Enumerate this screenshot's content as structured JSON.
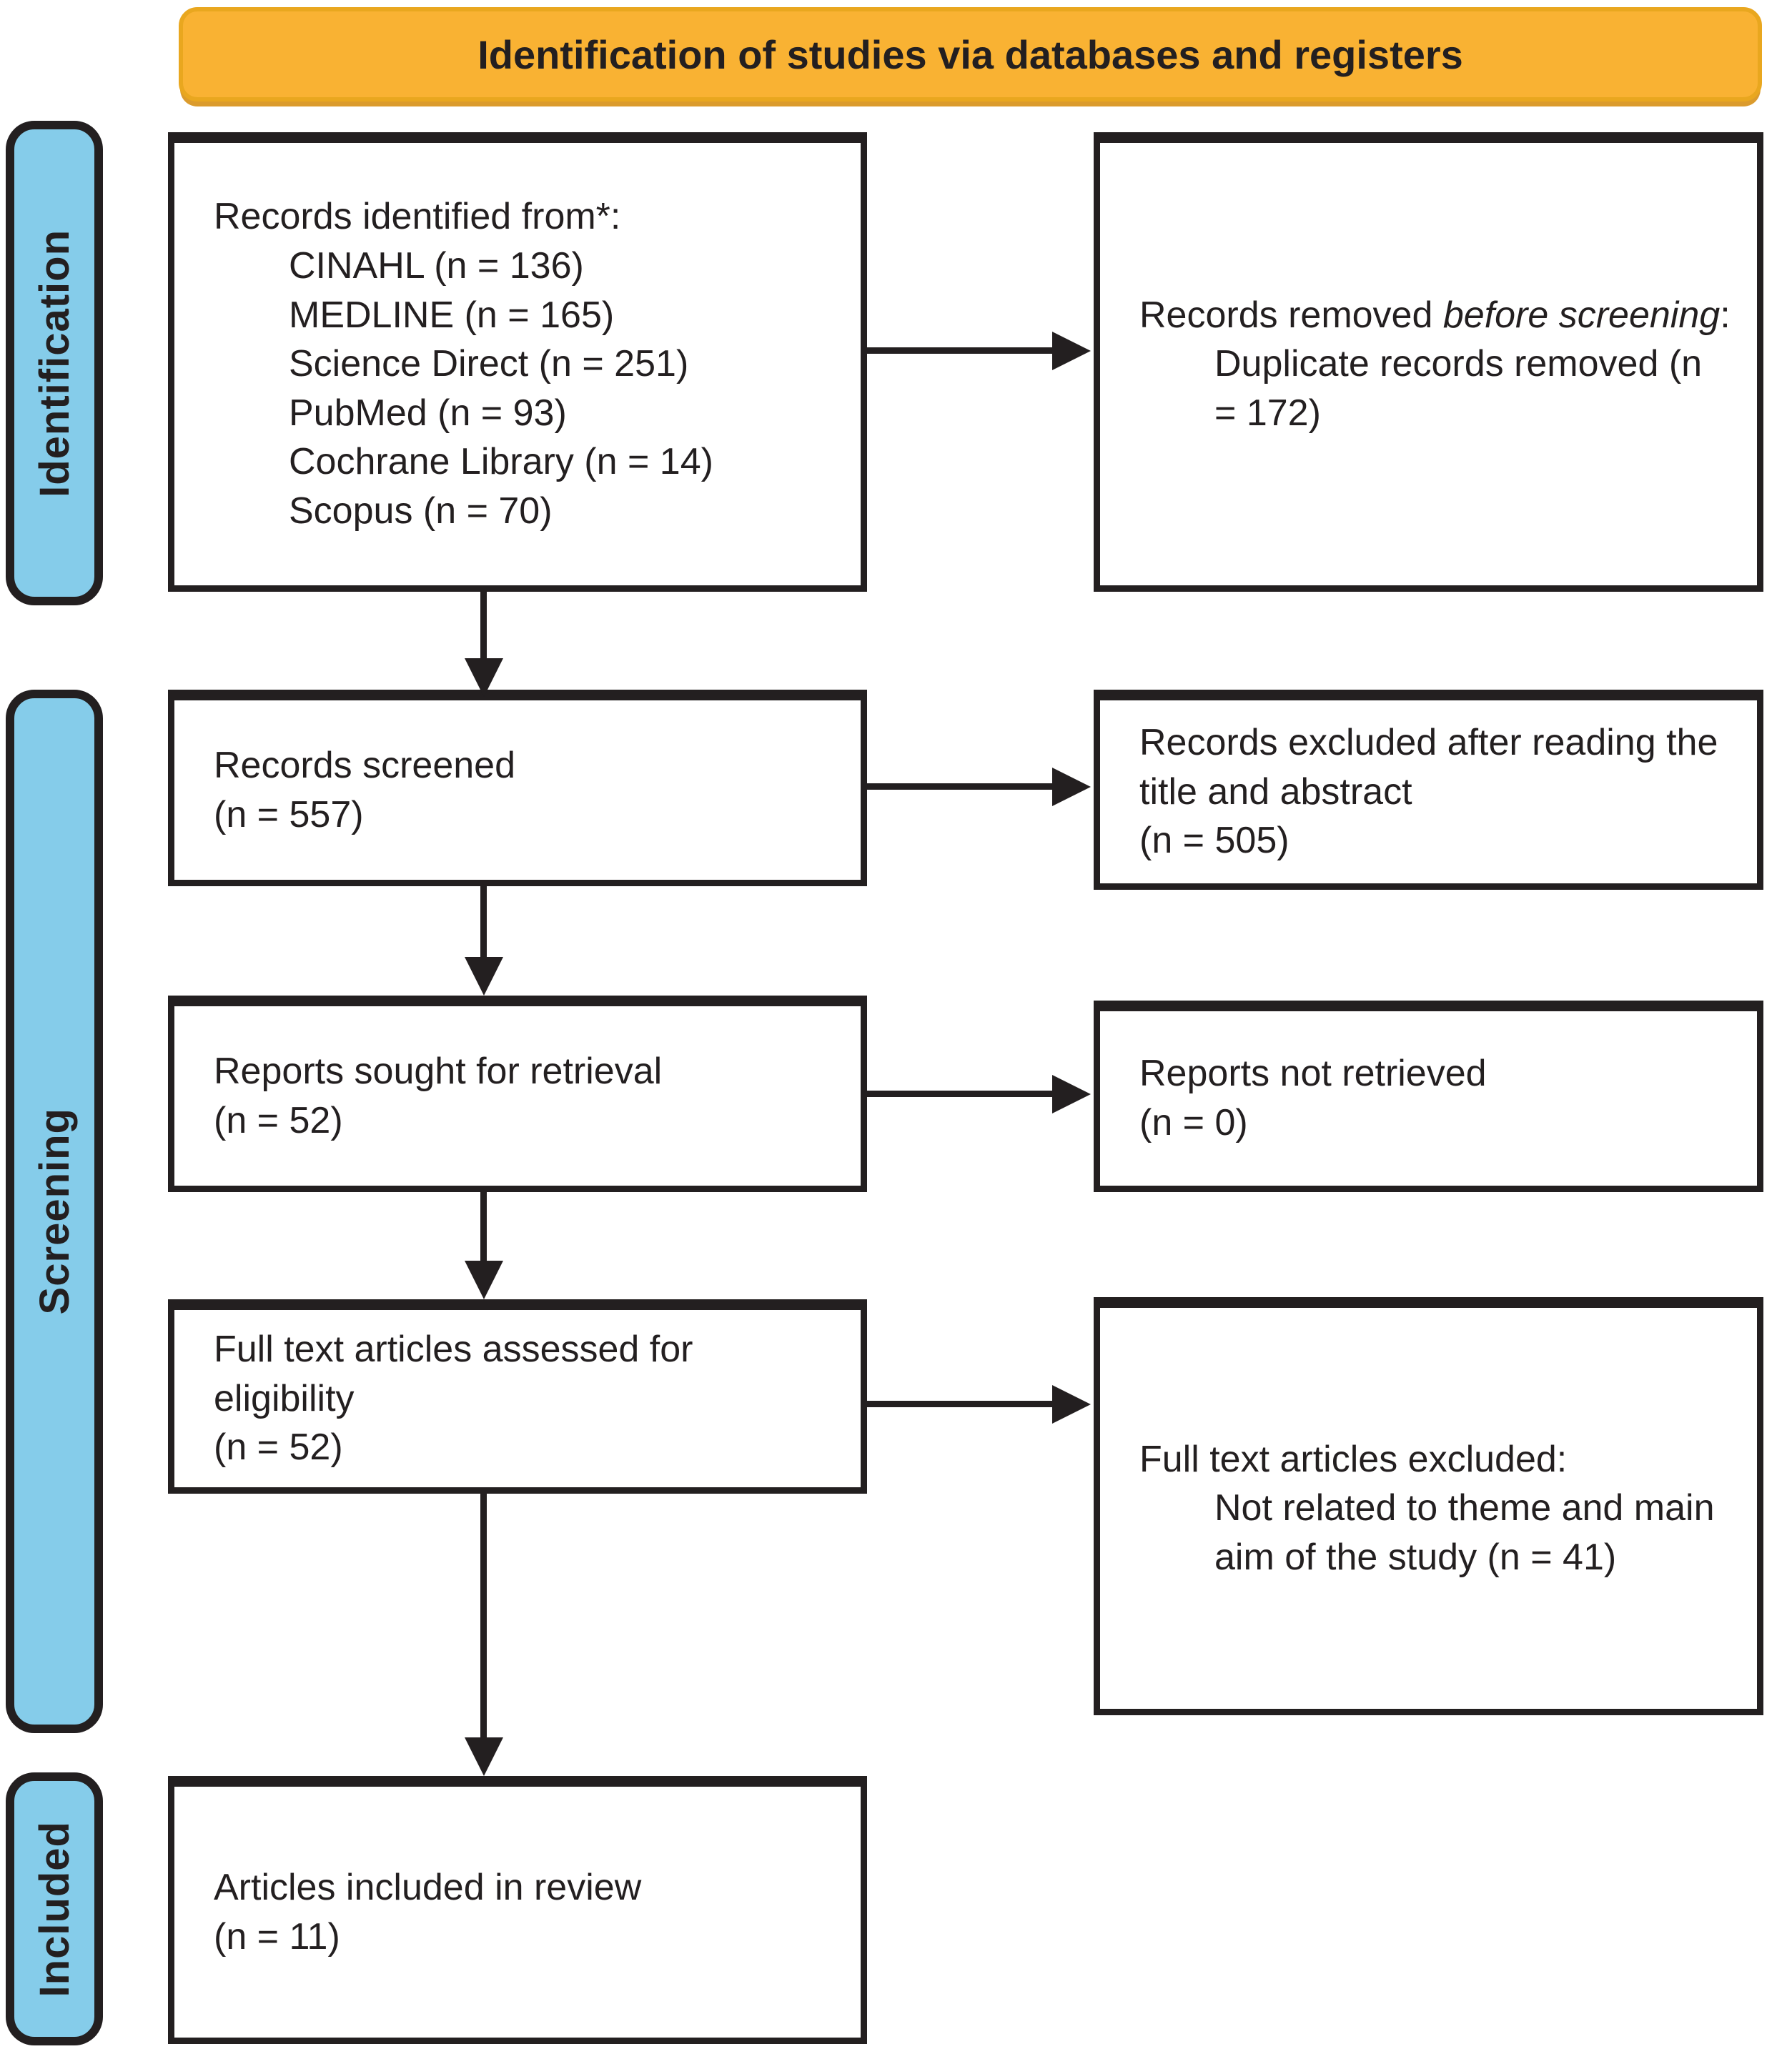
{
  "header": {
    "title": "Identification of studies via databases and registers"
  },
  "sidebar": {
    "identification": "Identification",
    "screening": "Screening",
    "included": "Included"
  },
  "boxes": {
    "records_identified": {
      "title": "Records identified from*:",
      "items": [
        "CINAHL (n = 136)",
        "MEDLINE (n = 165)",
        "Science Direct (n = 251)",
        "PubMed (n = 93)",
        "Cochrane Library (n = 14)",
        "Scopus (n = 70)"
      ]
    },
    "records_removed": {
      "prefix": "Records removed ",
      "italic": "before screening",
      "suffix": ":",
      "item": "Duplicate records removed (n = 172)"
    },
    "records_screened": {
      "line1": "Records screened",
      "line2": "(n = 557)"
    },
    "records_excluded": {
      "line1": "Records excluded after reading the title and abstract",
      "line2": "(n = 505)"
    },
    "reports_sought": {
      "line1": "Reports sought for retrieval",
      "line2": "(n = 52)"
    },
    "reports_not_retrieved": {
      "line1": "Reports not retrieved",
      "line2": "(n = 0)"
    },
    "fulltext_assessed": {
      "line1": "Full text articles assessed for eligibility",
      "line2": "(n = 52)"
    },
    "fulltext_excluded": {
      "title": "Full text articles excluded:",
      "item": "Not related to theme and main aim of the study (n = 41)"
    },
    "articles_included": {
      "line1": "Articles included in review",
      "line2": "(n = 11)"
    }
  },
  "colors": {
    "accent_orange": "#F9B233",
    "accent_blue": "#85CCEA",
    "ink": "#231F20"
  }
}
